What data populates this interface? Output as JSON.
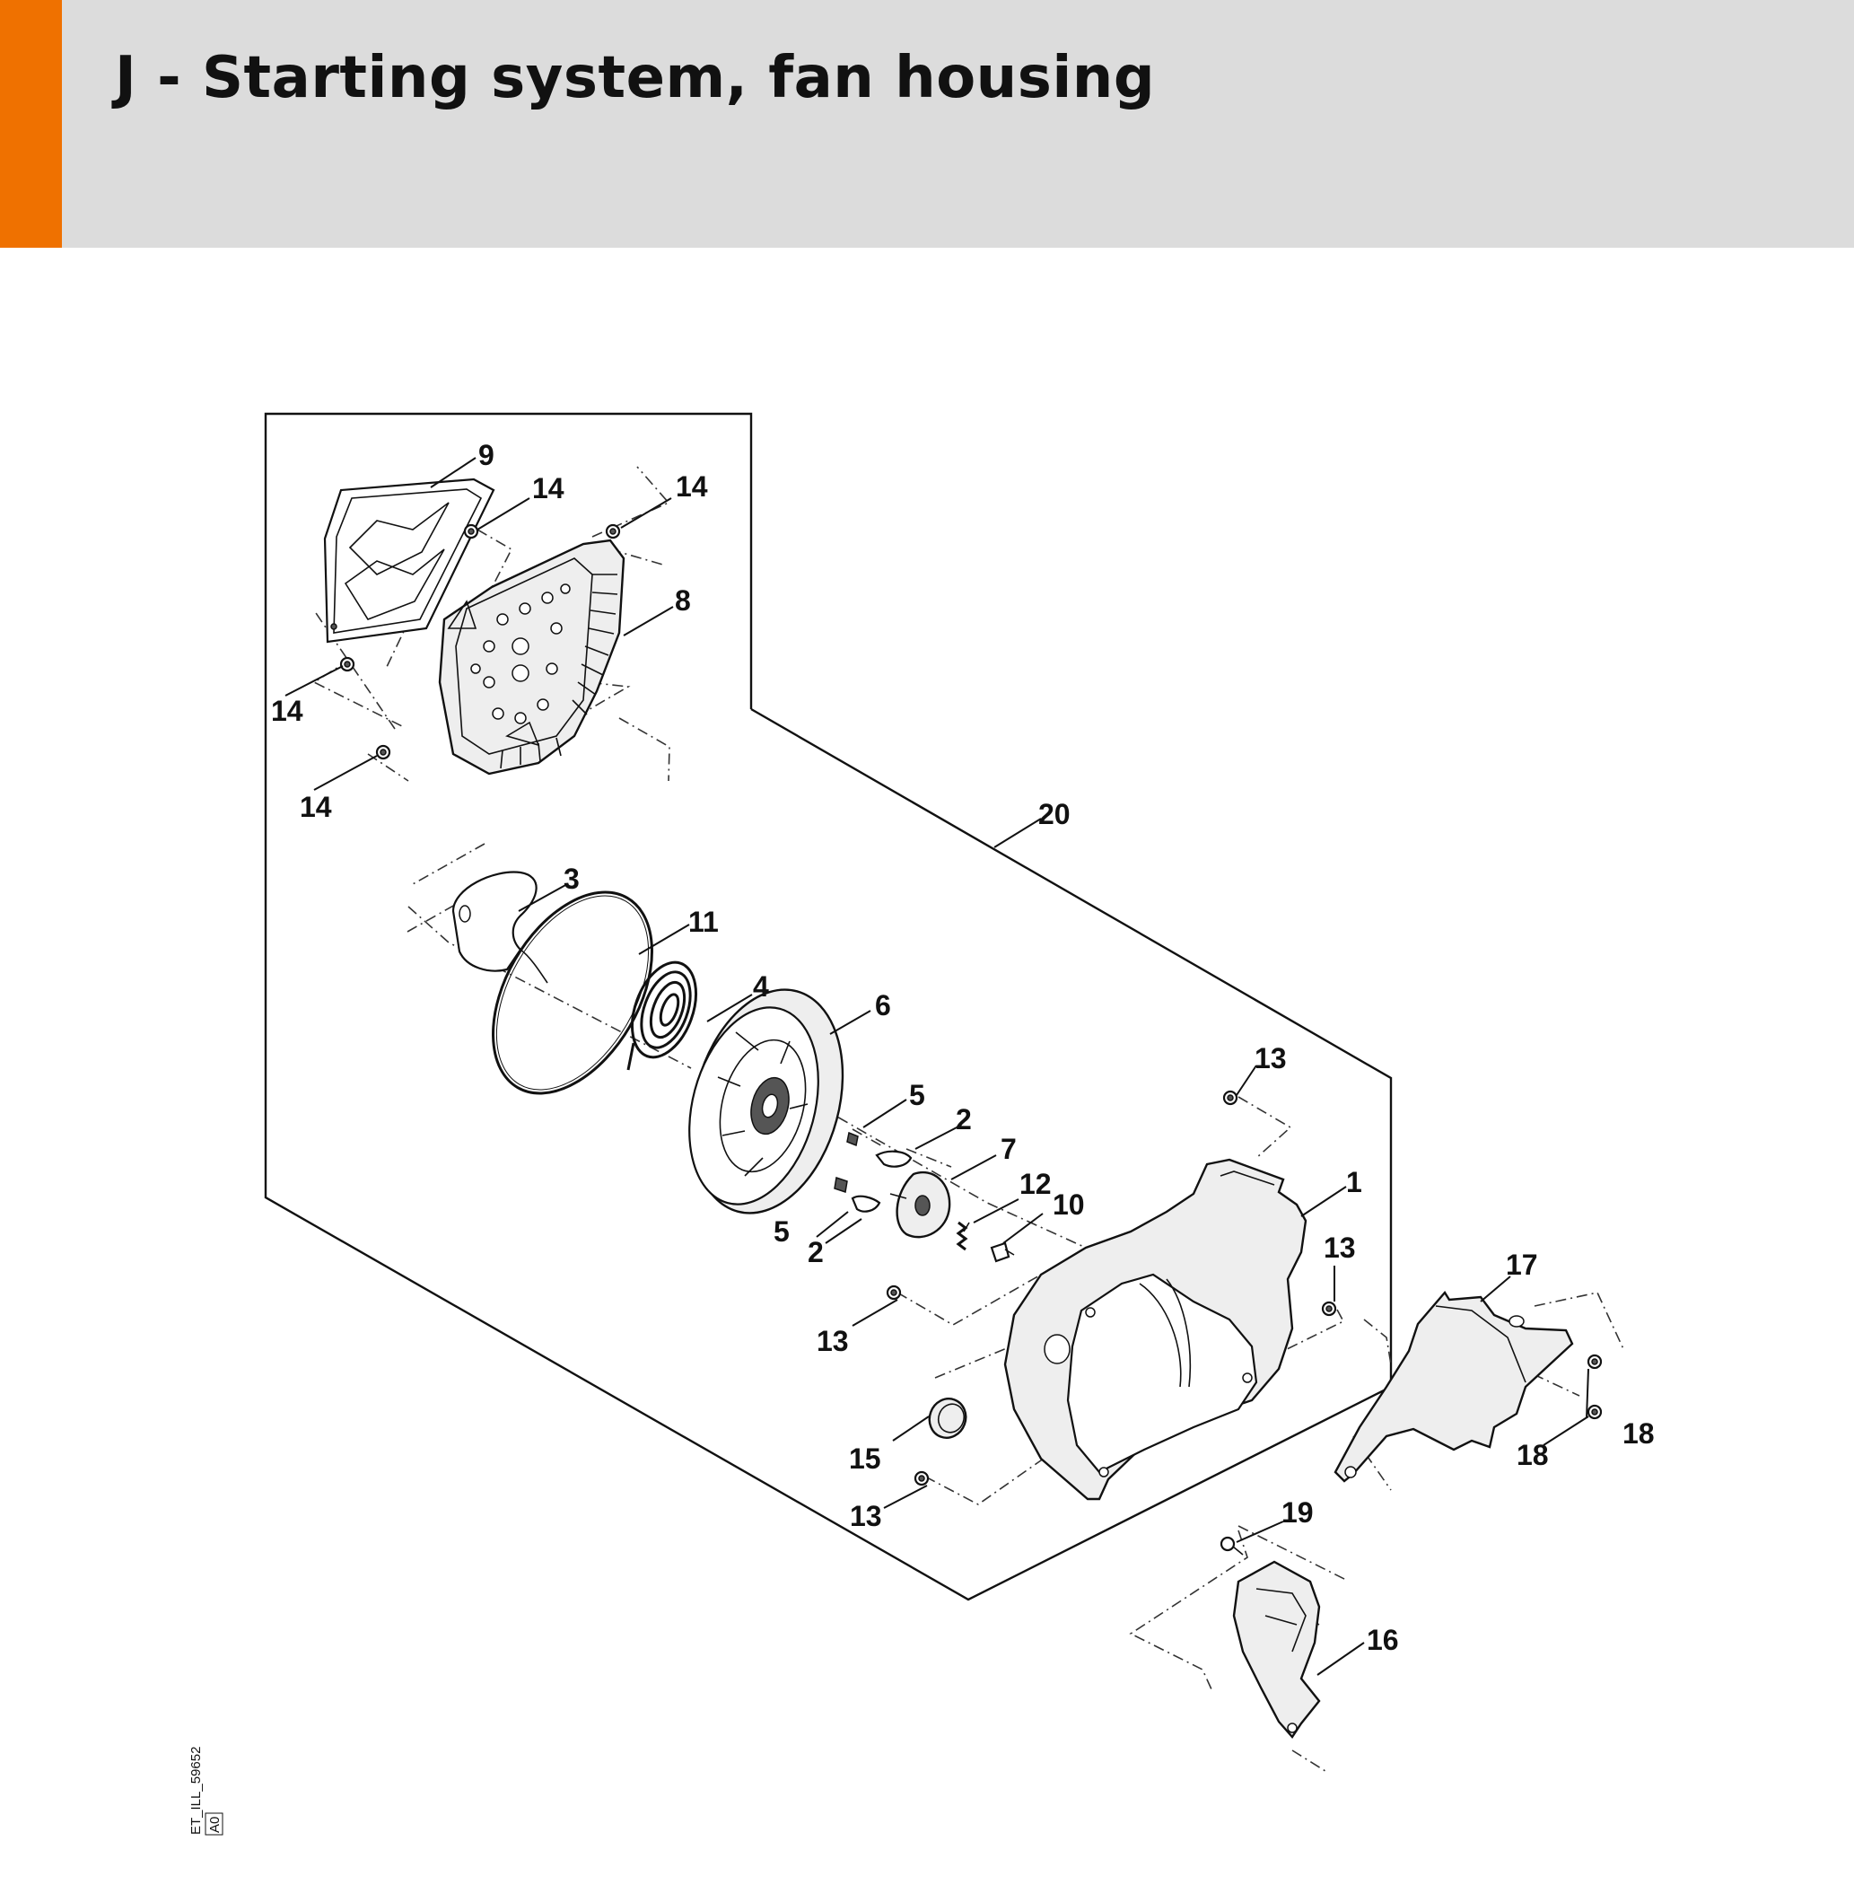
{
  "header": {
    "title": "J - Starting system, fan housing",
    "accent_color": "#ef7100",
    "background_color": "#dcdcdc"
  },
  "diagram": {
    "callouts": {
      "c1": "1",
      "c2a": "2",
      "c2b": "2",
      "c3": "3",
      "c4": "4",
      "c5a": "5",
      "c5b": "5",
      "c6": "6",
      "c7": "7",
      "c8": "8",
      "c9": "9",
      "c10": "10",
      "c11": "11",
      "c12": "12",
      "c13a": "13",
      "c13b": "13",
      "c13c": "13",
      "c13d": "13",
      "c14a": "14",
      "c14b": "14",
      "c14c": "14",
      "c14d": "14",
      "c15": "15",
      "c16": "16",
      "c17": "17",
      "c18a": "18",
      "c18b": "18",
      "c19": "19",
      "c20": "20"
    },
    "reference": {
      "code": "ET_ILL_59652",
      "revision": "A0"
    }
  }
}
